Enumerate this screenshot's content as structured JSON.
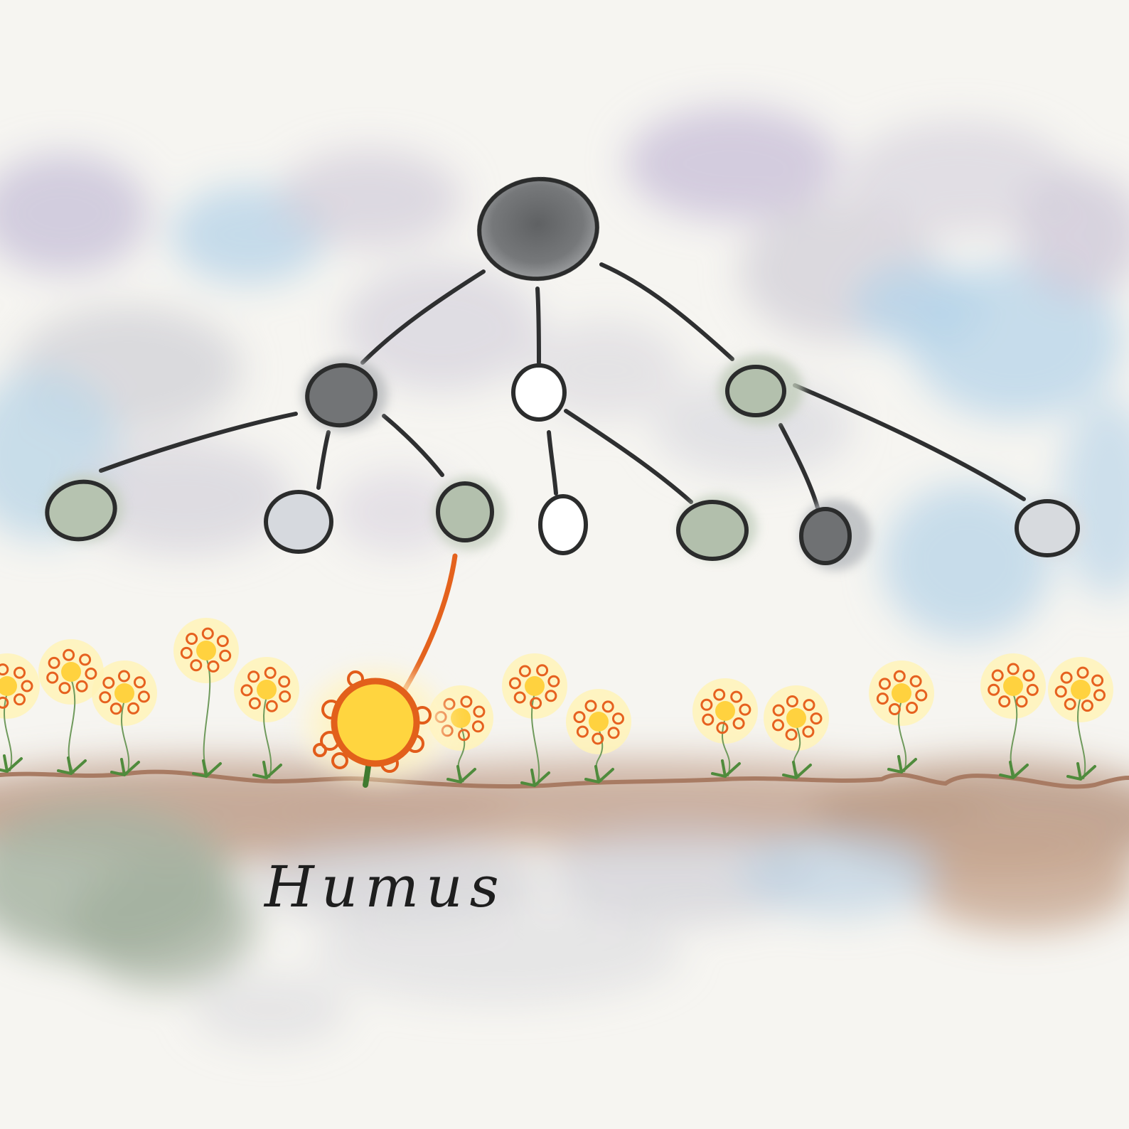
{
  "palette": {
    "paper": "#f6f5f1",
    "ink": "#2b2c2c",
    "dark_node": "#6f7173",
    "grey_node": "#d4d7dc",
    "green_node": "#b3c0ad",
    "white_node": "#ffffff",
    "cloud_grey": "#cfcfd2",
    "cloud_lavender": "#cfc8dc",
    "cloud_blue": "#b9d6ea",
    "soil": "#b69682",
    "soil_line": "#a97a62",
    "grass": "#4f8b3c",
    "petal_orange": "#e6611f",
    "flower_yellow": "#ffd23f",
    "flower_glow": "#fff3b8",
    "link_orange": "#e4621d"
  },
  "diagram": {
    "type": "hierarchy-tree",
    "root": {
      "fill": "dark"
    },
    "children": [
      {
        "fill": "dark",
        "children": [
          {
            "fill": "green"
          },
          {
            "fill": "grey"
          },
          {
            "fill": "green",
            "linked_to_flower": true
          }
        ]
      },
      {
        "fill": "white",
        "children": [
          {
            "fill": "white"
          },
          {
            "fill": "green"
          }
        ]
      },
      {
        "fill": "green",
        "children": [
          {
            "fill": "dark"
          },
          {
            "fill": "grey"
          }
        ]
      }
    ]
  },
  "ground": {
    "label": "Humus"
  },
  "icons": {
    "node": "circle-node-icon",
    "flower": "flower-icon",
    "link": "connector-line"
  }
}
